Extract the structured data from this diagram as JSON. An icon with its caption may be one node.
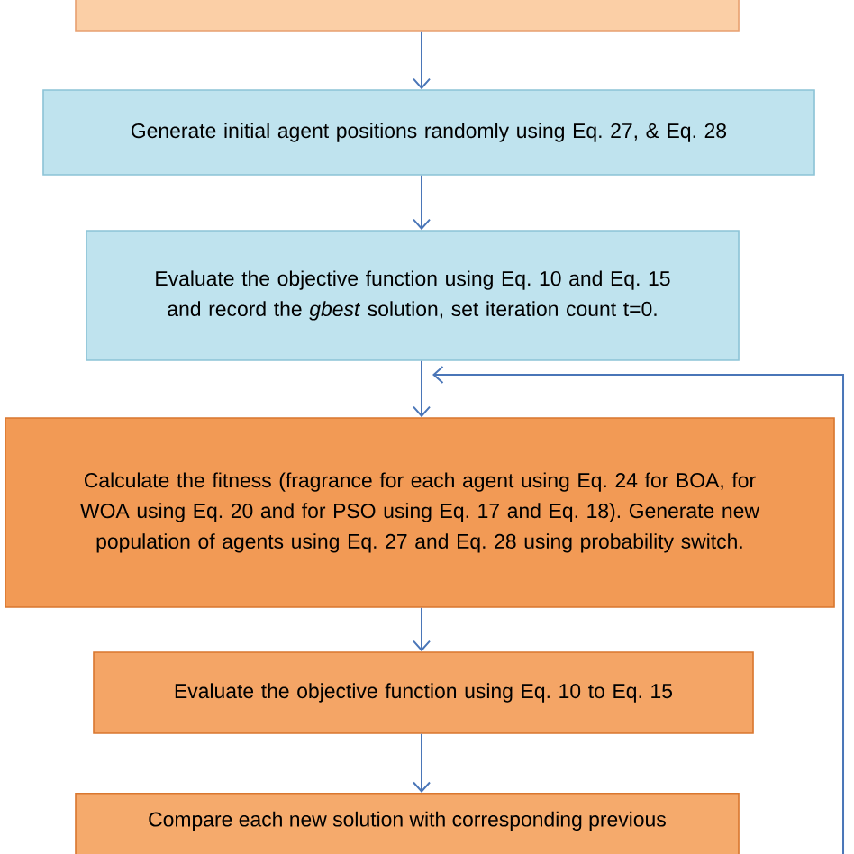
{
  "diagram": {
    "nodes": [
      {
        "text": [],
        "shape": "box"
      },
      {
        "text": [
          "Generate initial agent positions randomly using Eq. 27, & Eq. 28"
        ]
      },
      {
        "text": [
          "Evaluate the objective function using Eq. 10 and Eq. 15 and record the *gbest* solution, set iteration count t=0."
        ]
      },
      {
        "text": [
          "Calculate the fitness (fragrance for each agent using Eq. 24 for BOA, for WOA using Eq. 20 and for PSO using Eq. 17 and Eq. 18). Generate new population of agents using Eq. 27 and Eq. 28 using probability switch."
        ]
      },
      {
        "text": [
          "Evaluate the objective function using Eq. 10 to Eq. 15"
        ]
      },
      {
        "text": [
          "Compare each new solution with corresponding previous"
        ]
      }
    ],
    "edges": [
      {
        "from": 0,
        "to": 1,
        "arrow": "to"
      },
      {
        "from": 1,
        "to": 2,
        "arrow": "to"
      },
      {
        "from": 2,
        "to": 3,
        "arrow": "to"
      },
      {
        "from": null,
        "to": 3,
        "arrow": "to"
      },
      {
        "from": 3,
        "to": 4,
        "arrow": "to"
      },
      {
        "from": 4,
        "to": 5,
        "arrow": "to"
      }
    ]
  }
}
